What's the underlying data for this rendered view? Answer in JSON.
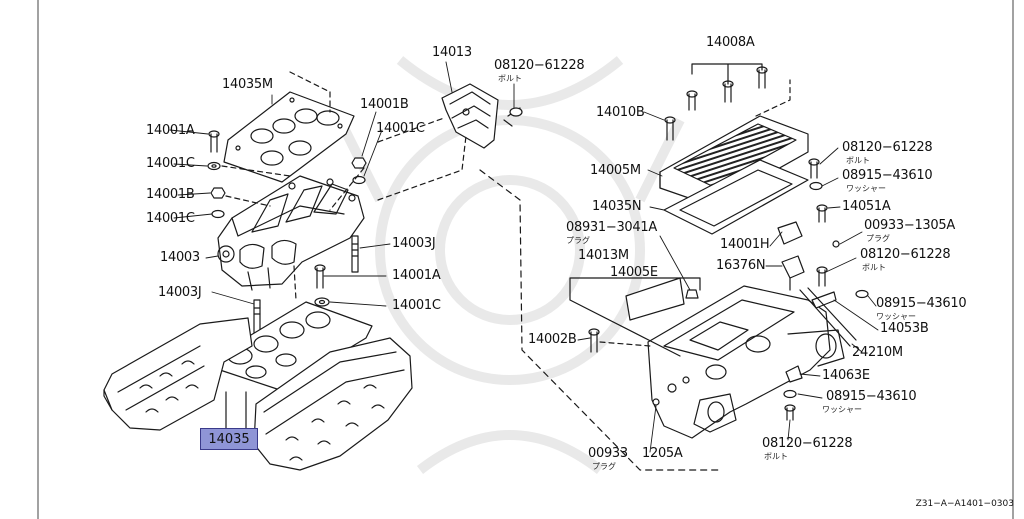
{
  "colors": {
    "highlight": "#8f95d6",
    "ink": "#1a1a1a",
    "watermark": "#e7e7e7"
  },
  "labels": {
    "p14035M": "14035M",
    "p14001B_top": "14001B",
    "p14013": "14013",
    "p08120_top": "08120−61228",
    "p14008A": "14008A",
    "p14010B": "14010B",
    "p14001A_left": "14001A",
    "p14001C_right": "14001C",
    "p14001C_left1": "14001C",
    "p14001B_left": "14001B",
    "p14001C_left2": "14001C",
    "p14005M": "14005M",
    "p08120_r1": "08120−61228",
    "p08915_r1": "08915−43610",
    "p14035N": "14035N",
    "p14051A": "14051A",
    "p08931": "08931−3041A",
    "p00933_top": "00933−1305A",
    "p14003J_right": "14003J",
    "p14001H": "14001H",
    "p14003": "14003",
    "p14013M": "14013M",
    "p08120_r2": "08120−61228",
    "p16376N": "16376N",
    "p14005E": "14005E",
    "p14001A_mid": "14001A",
    "p14003J_left": "14003J",
    "p14001C_mid": "14001C",
    "p08915_r2": "08915−43610",
    "p14053B": "14053B",
    "p14002B": "14002B",
    "p24210M": "24210M",
    "p14063E": "14063E",
    "p08915_r3": "08915−43610",
    "p14035_hl": "14035",
    "p00933_bottom": "00933",
    "p1205A": "1205A",
    "p08120_bottom": "08120−61228"
  },
  "sublabels": {
    "bolt1": "ボルト",
    "bolt2": "ボルト",
    "bolt3": "ボルト",
    "bolt4": "ボルト",
    "washer1": "ワッシャー",
    "washer2": "ワッシャー",
    "washer3": "ワッシャー",
    "plug1": "プラグ",
    "plug2": "プラグ",
    "plug3": "プラグ"
  },
  "diagram_code": "Z31−A−A1401−0303"
}
